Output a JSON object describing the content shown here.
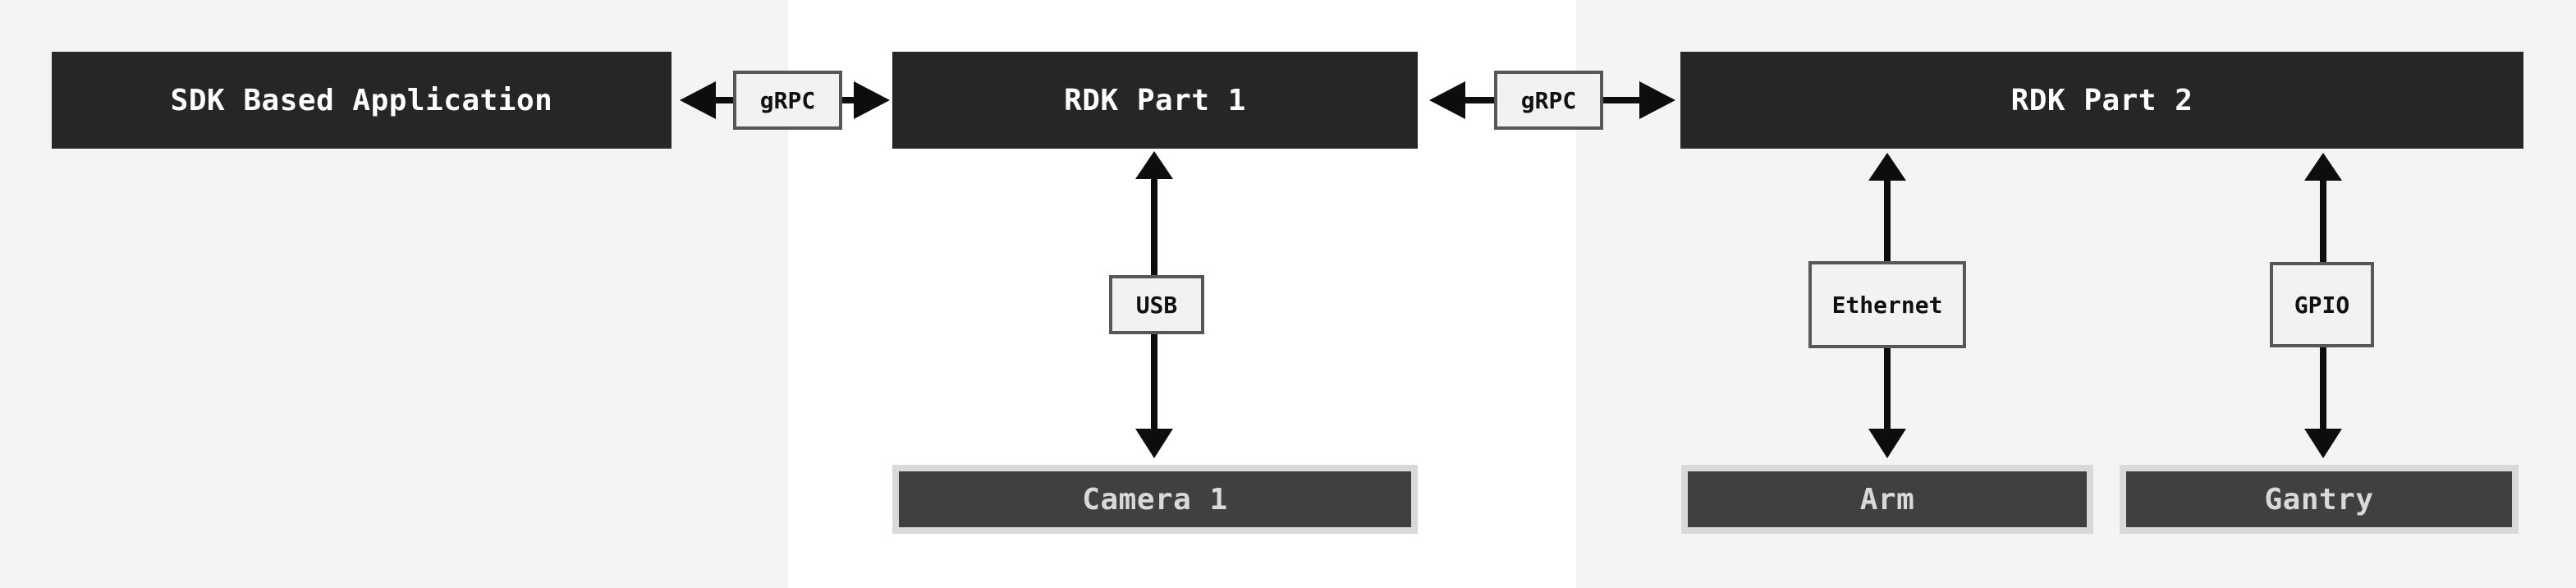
{
  "nodes": {
    "sdk_app": {
      "label": "SDK Based Application"
    },
    "rdk_part_1": {
      "label": "RDK Part 1"
    },
    "rdk_part_2": {
      "label": "RDK Part 2"
    },
    "camera_1": {
      "label": "Camera 1"
    },
    "arm": {
      "label": "Arm"
    },
    "gantry": {
      "label": "Gantry"
    }
  },
  "connectors": {
    "grpc_sdk_rdk1": {
      "label": "gRPC",
      "from": "SDK Based Application",
      "to": "RDK Part 1",
      "direction": "bidirectional"
    },
    "grpc_rdk1_rdk2": {
      "label": "gRPC",
      "from": "RDK Part 1",
      "to": "RDK Part 2",
      "direction": "bidirectional"
    },
    "usb": {
      "label": "USB",
      "from": "RDK Part 1",
      "to": "Camera 1",
      "direction": "bidirectional"
    },
    "ethernet": {
      "label": "Ethernet",
      "from": "RDK Part 2",
      "to": "Arm",
      "direction": "bidirectional"
    },
    "gpio": {
      "label": "GPIO",
      "from": "RDK Part 2",
      "to": "Gantry",
      "direction": "bidirectional"
    }
  },
  "colors": {
    "canvas_left_band": "#f4f4f4",
    "canvas_middle_band": "#ffffff",
    "canvas_right_band": "#f4f4f4",
    "primary_node_fill": "#262626",
    "primary_node_text": "#ffffff",
    "device_node_fill": "#404040",
    "device_node_frame": "#d9d9d9",
    "device_node_text": "#d9d9d9",
    "label_fill": "#f2f2f2",
    "label_border": "#575757",
    "label_text": "#111111",
    "arrow": "#0d0d0d"
  }
}
